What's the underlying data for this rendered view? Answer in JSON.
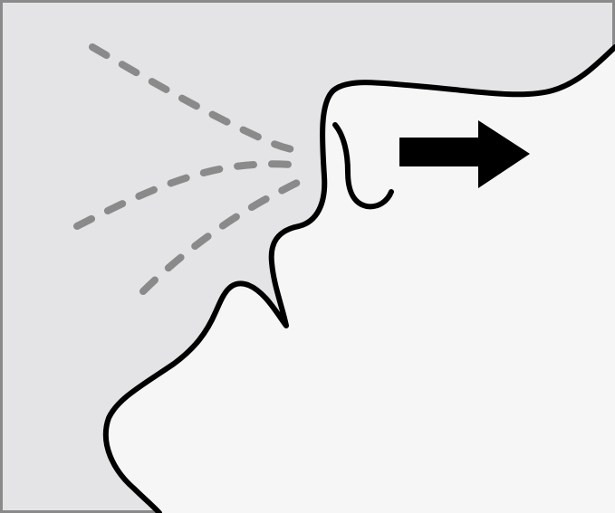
{
  "colors": {
    "frame_stroke": "#8a8a8a",
    "background_fill": "#e4e4e6",
    "face_fill": "#f6f6f6",
    "outline": "#000000",
    "spray_dashes": "#8a8a8a",
    "arrow": "#000000"
  },
  "elements": {
    "face": "face-profile-silhouette",
    "nostril": "nostril-curve",
    "spray": "spray-dashed-lines",
    "arrow": "arrow-right-icon"
  }
}
